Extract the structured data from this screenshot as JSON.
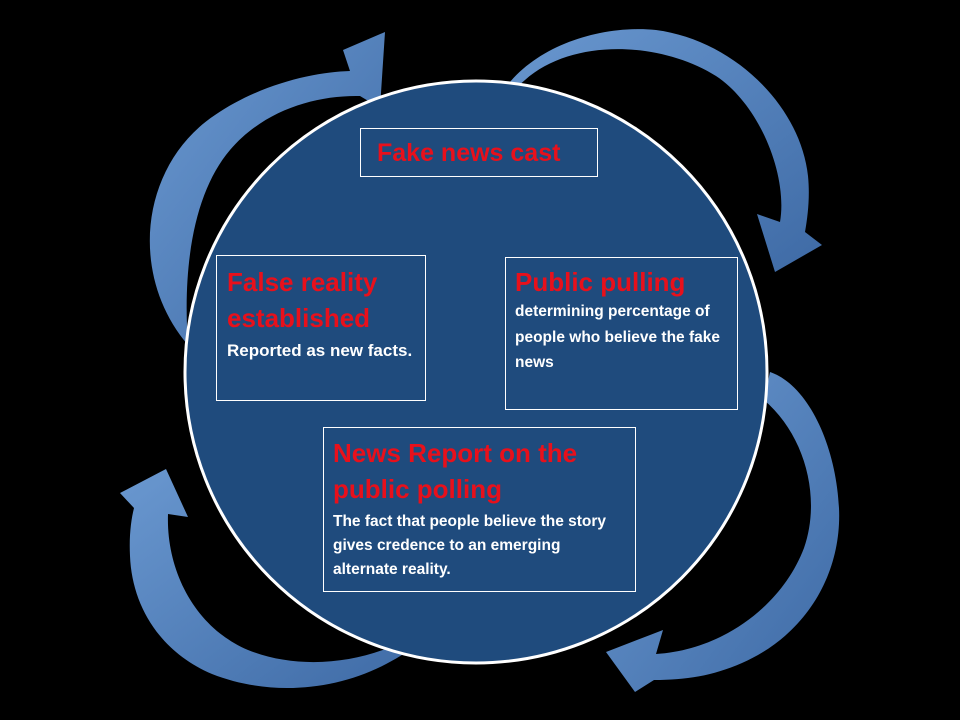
{
  "colors": {
    "background": "#000000",
    "circle_fill": "#1f4b7d",
    "circle_stroke": "#ffffff",
    "arrow": "#4f81bd",
    "title_text": "#e8101b",
    "body_text": "#ffffff"
  },
  "diagram": {
    "type": "cycle",
    "boxes": {
      "top": {
        "title": "Fake news cast"
      },
      "left": {
        "title": "False reality established",
        "body": "Reported  as new facts."
      },
      "right": {
        "title": "Public pulling",
        "body": "determining percentage of people who believe the fake news"
      },
      "bottom": {
        "title": "News Report on the public polling",
        "body": "The fact that people believe the story gives credence to an emerging alternate reality."
      }
    },
    "arrows": [
      {
        "name": "top-left-arrow",
        "direction": "clockwise"
      },
      {
        "name": "top-right-arrow",
        "direction": "clockwise"
      },
      {
        "name": "bottom-right-arrow",
        "direction": "clockwise"
      },
      {
        "name": "bottom-left-arrow",
        "direction": "clockwise"
      }
    ]
  }
}
